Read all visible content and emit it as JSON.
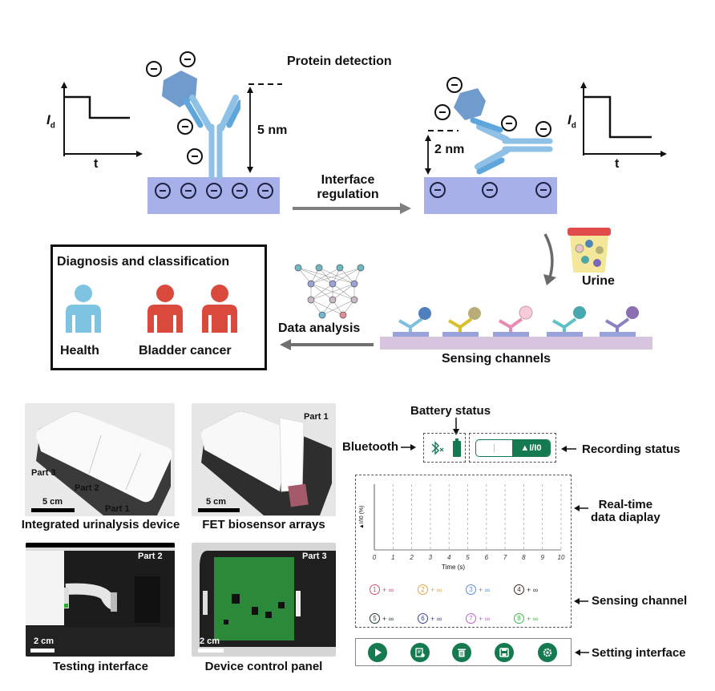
{
  "top_panel": {
    "title": "Protein detection",
    "left_graph": {
      "ylabel": "I",
      "ylabel_sub": "d",
      "xlabel": "t"
    },
    "right_graph": {
      "ylabel": "I",
      "ylabel_sub": "d",
      "xlabel": "t"
    },
    "left_distance": "5 nm",
    "right_distance": "2 nm",
    "arrow_label_line1": "Interface",
    "arrow_label_line2": "regulation"
  },
  "middle_panel": {
    "diagnosis_title": "Diagnosis and classification",
    "health_label": "Health",
    "cancer_label": "Bladder cancer",
    "data_analysis_label": "Data analysis",
    "urine_label": "Urine",
    "sensing_channels_label": "Sensing channels",
    "colors": {
      "health": "#7fc3e3",
      "cancer": "#d94a3d"
    }
  },
  "photos": [
    {
      "caption": "Integrated urinalysis device",
      "parts": [
        "Part 3",
        "Part 2",
        "Part 1"
      ],
      "scale": "5 cm"
    },
    {
      "caption": "FET biosensor arrays",
      "parts": [
        "Part 1"
      ],
      "scale": "5 cm"
    },
    {
      "caption": "Testing interface",
      "parts": [
        "Part 2"
      ],
      "scale": "2 cm"
    },
    {
      "caption": "Device control panel",
      "parts": [
        "Part 3"
      ],
      "scale": "2 cm"
    }
  ],
  "app_ui": {
    "battery_status_label": "Battery status",
    "bluetooth_label": "Bluetooth",
    "recording_status_label": "Recording status",
    "toggle_left": "|",
    "toggle_right": "▲I/I0",
    "realtime_label_line1": "Real-time",
    "realtime_label_line2": "data diaplay",
    "sensing_channel_label": "Sensing channel",
    "setting_interface_label": "Setting interface",
    "accent_color": "#157a4f",
    "channels": [
      {
        "num": "1",
        "value": "+ ∞",
        "color": "#d8506a"
      },
      {
        "num": "2",
        "value": "+ ∞",
        "color": "#e9a43c"
      },
      {
        "num": "3",
        "value": "+ ∞",
        "color": "#5b8fd8"
      },
      {
        "num": "4",
        "value": "+ ∞",
        "color": "#3a2a22"
      },
      {
        "num": "5",
        "value": "+ ∞",
        "color": "#1f3a2e"
      },
      {
        "num": "6",
        "value": "+ ∞",
        "color": "#3b3f9a"
      },
      {
        "num": "7",
        "value": "+ ∞",
        "color": "#c55ad0"
      },
      {
        "num": "8",
        "value": "+ ∞",
        "color": "#3fb94e"
      }
    ],
    "buttons": [
      "play-icon",
      "report-icon",
      "delete-icon",
      "save-icon",
      "settings-icon"
    ]
  },
  "chart_data": {
    "type": "line",
    "title": "",
    "xlabel": "Time (s)",
    "ylabel": "▲I/I0 (%)",
    "x_ticks": [
      "0",
      "1",
      "2",
      "3",
      "4",
      "5",
      "6",
      "7",
      "8",
      "9",
      "10"
    ],
    "xlim": [
      0,
      10
    ],
    "grid": "vertical dashed",
    "series": []
  }
}
